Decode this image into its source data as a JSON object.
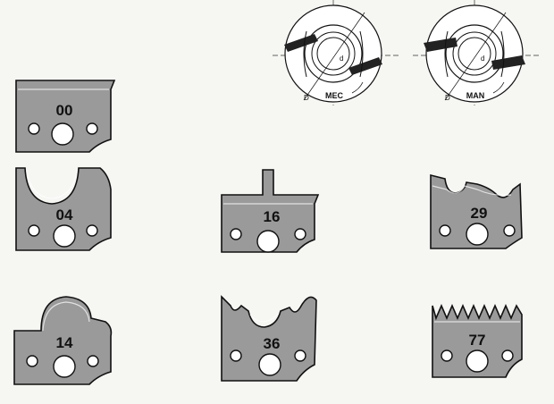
{
  "diagrams": [
    {
      "id": "mec",
      "label": "MEC",
      "d_label": "d",
      "D_label": "D"
    },
    {
      "id": "man",
      "label": "MAN",
      "d_label": "d",
      "D_label": "D"
    }
  ],
  "knives": [
    {
      "code": "00",
      "profile": "straight"
    },
    {
      "code": "04",
      "profile": "cove"
    },
    {
      "code": "16",
      "profile": "tongue"
    },
    {
      "code": "29",
      "profile": "multi-cove"
    },
    {
      "code": "14",
      "profile": "round-nose"
    },
    {
      "code": "36",
      "profile": "scallop"
    },
    {
      "code": "77",
      "profile": "serrated"
    }
  ],
  "colors": {
    "plate": "#9a9a9a",
    "outline": "#111111",
    "background": "#f6f6f3"
  }
}
